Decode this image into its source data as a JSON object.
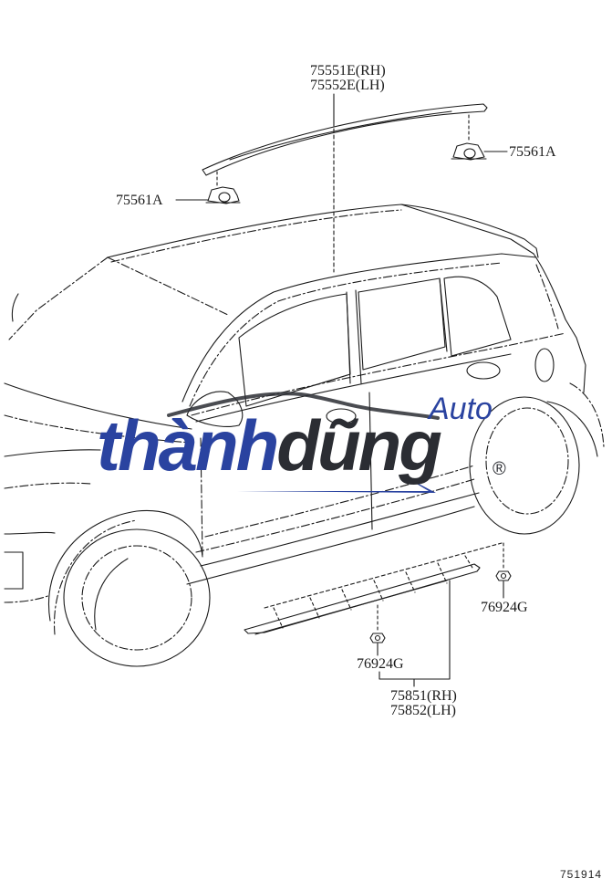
{
  "diagram": {
    "type": "exploded parts diagram",
    "subject": "vehicle side view - roof rack and rocker panel moulding",
    "parts": [
      {
        "id": "roof-moulding",
        "labels": [
          "75551E(RH)",
          "75552E(LH)"
        ]
      },
      {
        "id": "clip-right",
        "label": "75561A"
      },
      {
        "id": "clip-left",
        "label": "75561A"
      },
      {
        "id": "nut-right",
        "label": "76924G"
      },
      {
        "id": "nut-left",
        "label": "76924G"
      },
      {
        "id": "rocker-moulding",
        "labels": [
          "75851(RH)",
          "75852(LH)"
        ]
      }
    ],
    "figure_number": "751914"
  },
  "watermark": {
    "brand_part1": "thành",
    "brand_part2": "dũng",
    "suffix": "Auto",
    "registered": "®",
    "colors": {
      "blue": "#2a43a0",
      "dark": "#2b2d33"
    }
  }
}
